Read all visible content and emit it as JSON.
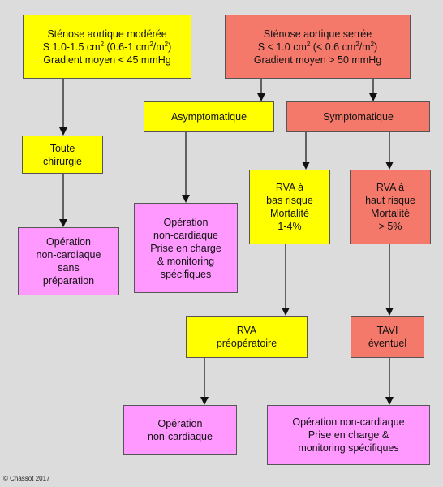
{
  "boxes": {
    "moderate": {
      "title": "Sténose aortique modérée",
      "area_prefix": "S 1.0-1.5 cm",
      "area_mid": " (0.6-1 cm",
      "area_mid2": "/m",
      "area_suffix": ")",
      "sup": "2",
      "gradient": "Gradient moyen < 45 mmHg"
    },
    "severe": {
      "title": "Sténose aortique serrée",
      "area_prefix": "S < 1.0 cm",
      "area_mid": " (< 0.6 cm",
      "area_mid2": "/m",
      "area_suffix": ")",
      "sup": "2",
      "gradient": "Gradient moyen > 50 mmHg"
    },
    "toute_chirurgie": [
      "Toute",
      "chirurgie"
    ],
    "asymptomatique": "Asymptomatique",
    "symptomatique": "Symptomatique",
    "rva_bas": [
      "RVA à",
      "bas risque",
      "Mortalité",
      "1-4%"
    ],
    "rva_haut": [
      "RVA à",
      "haut risque",
      "Mortalité",
      "> 5%"
    ],
    "op_sans_prep": [
      "Opération",
      "non-cardiaque",
      "sans",
      "préparation"
    ],
    "op_prise_charge": [
      "Opération",
      "non-cardiaque",
      "Prise en charge",
      "& monitoring",
      "spécifiques"
    ],
    "rva_preop": [
      "RVA",
      "préopératoire"
    ],
    "tavi": [
      "TAVI",
      "éventuel"
    ],
    "op_non_cardiaque": [
      "Opération",
      "non-cardiaque"
    ],
    "op_monitoring": [
      "Opération non-cardiaque",
      "Prise en charge &",
      "monitoring spécifiques"
    ]
  },
  "credit": "© Chassot 2017",
  "colors": {
    "yellow": "#ffff00",
    "red": "#f4796b",
    "pink": "#ff99ff",
    "background": "#dcdcdc"
  }
}
